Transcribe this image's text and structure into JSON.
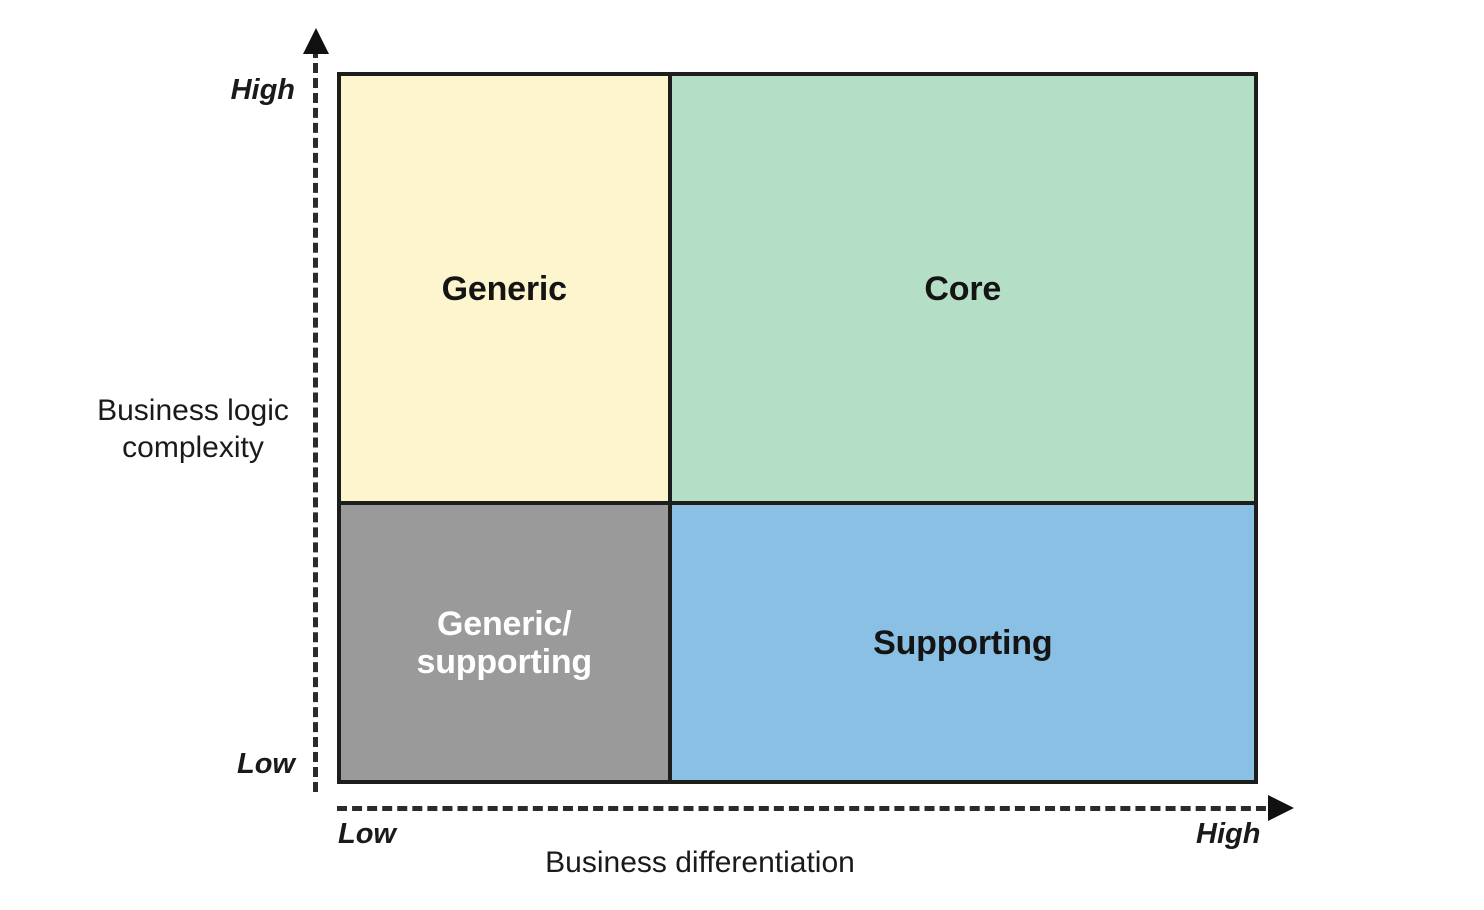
{
  "chart_data": {
    "type": "table",
    "title": "",
    "xlabel": "Business differentiation",
    "ylabel": "Business logic complexity",
    "x_ticks": [
      "Low",
      "High"
    ],
    "y_ticks": [
      "Low",
      "High"
    ],
    "grid": false,
    "legend": "none",
    "quadrants": [
      {
        "id": "generic",
        "label": "Generic",
        "x_level": "Low",
        "y_level": "High",
        "fill": "#fdf5cd",
        "text_color": "#141414"
      },
      {
        "id": "core",
        "label": "Core",
        "x_level": "High",
        "y_level": "High",
        "fill": "#b5dec6",
        "text_color": "#141414"
      },
      {
        "id": "generic-supporting",
        "label": "Generic/\nsupporting",
        "label_line1": "Generic/",
        "label_line2": "supporting",
        "x_level": "Low",
        "y_level": "Low",
        "fill": "#9a9a9a",
        "text_color": "#ffffff"
      },
      {
        "id": "supporting",
        "label": "Supporting",
        "x_level": "High",
        "y_level": "Low",
        "fill": "#8bc0e5",
        "text_color": "#141414"
      }
    ]
  },
  "axes": {
    "y": {
      "title_line1": "Business logic",
      "title_line2": "complexity",
      "high_label": "High",
      "low_label": "Low"
    },
    "x": {
      "title": "Business differentiation",
      "low_label": "Low",
      "high_label": "High"
    }
  },
  "colors": {
    "generic": "#fdf5cd",
    "core": "#b5dec6",
    "generic_supporting": "#9a9a9a",
    "supporting": "#8bc0e5",
    "stroke": "#1d1d1b",
    "axis": "#2b2b2b",
    "background": "#ffffff"
  }
}
